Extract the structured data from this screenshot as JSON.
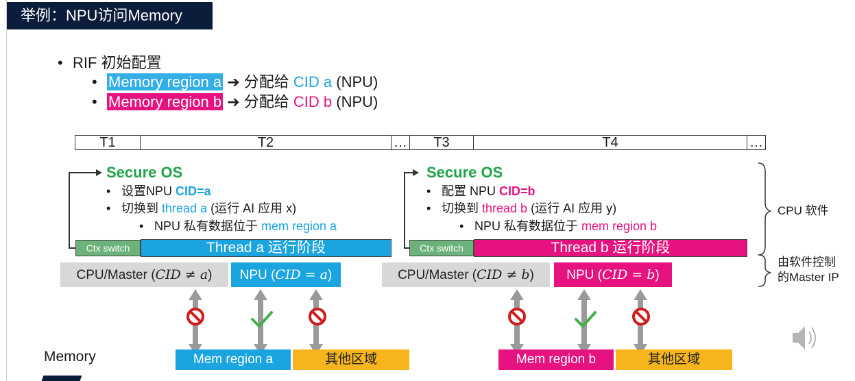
{
  "title": "举例：NPU访问Memory",
  "rif": {
    "heading": "RIF 初始配置",
    "items": [
      {
        "region": "Memory region a",
        "arrow": "➔",
        "assign": "分配给",
        "cid": "CID a",
        "tail": "(NPU)"
      },
      {
        "region": "Memory region b",
        "arrow": "➔",
        "assign": "分配给",
        "cid": "CID b",
        "tail": "(NPU)"
      }
    ]
  },
  "timeline": {
    "cells": [
      "T1",
      "T2",
      "…",
      "T3",
      "T4",
      "…"
    ]
  },
  "left": {
    "os_title": "Secure OS",
    "line1_prefix": "设置NPU ",
    "line1_cid": "CID=a",
    "line2_prefix": "切换到 ",
    "line2_thread": "thread a",
    "line2_suffix": " (运行 AI 应用 x)",
    "line3_prefix": "NPU 私有数据位于 ",
    "line3_mem": "mem region a",
    "ctx": "Ctx switch",
    "thread": "Thread a 运行阶段",
    "master_cpu_prefix": "CPU/Master (",
    "master_cpu_math": "CID ≠ a",
    "master_cpu_suffix": ")",
    "master_npu_prefix": "NPU (",
    "master_npu_math": "CID = a",
    "master_npu_suffix": ")",
    "mem_region": "Mem region a",
    "mem_other": "其他区域"
  },
  "right": {
    "os_title": "Secure OS",
    "line1_prefix": "配置 NPU ",
    "line1_cid": "CID=b",
    "line2_prefix": "切换到 ",
    "line2_thread": "thread b",
    "line2_suffix": " (运行 AI 应用 y)",
    "line3_prefix": "NPU 私有数据位于 ",
    "line3_mem": "mem region b",
    "ctx": "Ctx switch",
    "thread": "Thread b 运行阶段",
    "master_cpu_prefix": "CPU/Master (",
    "master_cpu_math": "CID ≠ b",
    "master_cpu_suffix": ")",
    "master_npu_prefix": "NPU (",
    "master_npu_math": "CID = b",
    "master_npu_suffix": ")",
    "mem_region": "Mem region b",
    "mem_other": "其他区域"
  },
  "side": {
    "cpu_software": "CPU 软件",
    "master_line1": "由软件控制",
    "master_line2": "的Master IP"
  },
  "memory_label": "Memory",
  "icons": {
    "speaker": "speaker-icon",
    "deny": "no-entry-icon",
    "allow": "checkmark-icon"
  }
}
